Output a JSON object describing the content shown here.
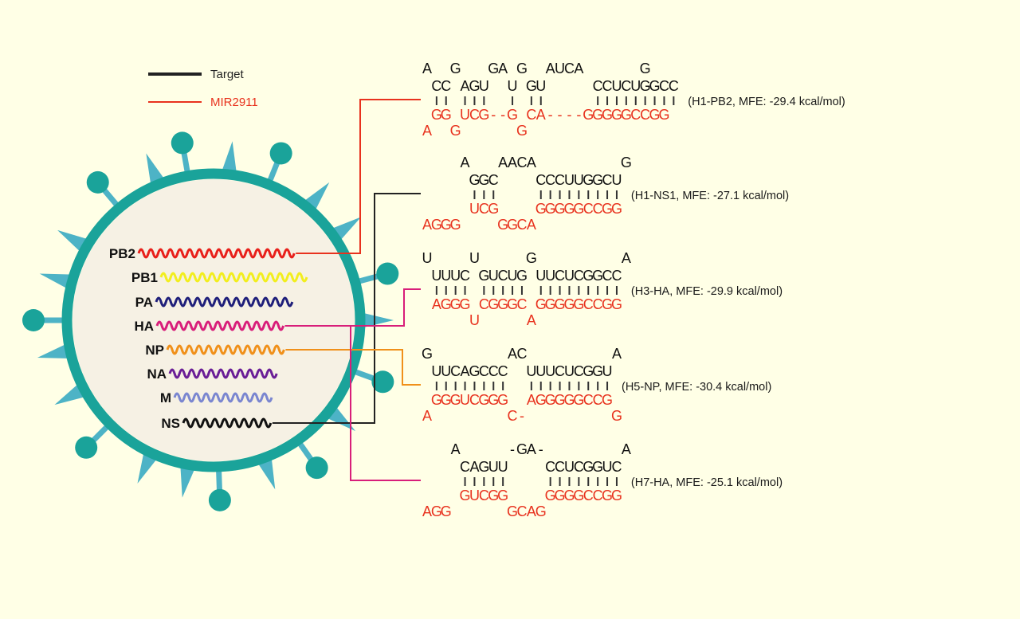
{
  "legend": [
    {
      "label": "Target",
      "color": "#222222"
    },
    {
      "label": "MIR2911",
      "color": "#E8321E"
    }
  ],
  "colors": {
    "background": "#FFFFE6",
    "envelope": "#1AA39A",
    "spike": "#4DB3C6",
    "knob": "#1AA39A",
    "interior": "#F6F1E4",
    "target_text": "#111111",
    "mirna_text": "#E8321E"
  },
  "segments": [
    {
      "label": "PB2",
      "color": "#E8201A",
      "waves": 16
    },
    {
      "label": "PB1",
      "color": "#F2EE1E",
      "waves": 15
    },
    {
      "label": "PA",
      "color": "#1F1F7A",
      "waves": 14
    },
    {
      "label": "HA",
      "color": "#D81E7A",
      "waves": 13
    },
    {
      "label": "NP",
      "color": "#F0901A",
      "waves": 12
    },
    {
      "label": "NA",
      "color": "#6A1E96",
      "waves": 11
    },
    {
      "label": "M",
      "color": "#7A86D0",
      "waves": 10
    },
    {
      "label": "NS",
      "color": "#111111",
      "waves": 9
    }
  ],
  "duplexes": [
    {
      "id": "H1-PB2",
      "label": "(H1-PB2, MFE: -29.4 kcal/mol)",
      "segment": "PB2",
      "connector_color": "#E8321E",
      "target_loop": "A  G   GA G  AUCA      G",
      "target_paired": " CC AGU  U GU     CCUCUGGCC",
      "pairs": " || |||  | ||     |||||||||",
      "mirna_paired": " GG UCG--G CA----GGGGGCCGG",
      "mirna_loop": "A  G      G"
    },
    {
      "id": "H1-NS1",
      "label": "(H1-NS1, MFE: -27.1 kcal/mol)",
      "segment": "NS",
      "connector_color": "#222222",
      "target_loop": "    A   AACA         G",
      "target_paired": "     GGC    CCCUUGGCU",
      "pairs": "     |||    |||||||||",
      "mirna_paired": "     UCG    GGGGGCCGG",
      "mirna_loop": "AGGG    GGCA"
    },
    {
      "id": "H3-HA",
      "label": "(H3-HA, MFE: -29.9 kcal/mol)",
      "segment": "HA",
      "connector_color": "#D81E7A",
      "target_loop": "U    U     G         A",
      "target_paired": " UUUC GUCUG UUCUCGGCC",
      "pairs": " |||| ||||| |||||||||",
      "mirna_paired": " AGGG CGGGC GGGGGCCGG",
      "mirna_loop": "     U     A"
    },
    {
      "id": "H5-NP",
      "label": "(H5-NP, MFE: -30.4 kcal/mol)",
      "segment": "NP",
      "connector_color": "#F0901A",
      "target_loop": "G        AC         A",
      "target_paired": " UUCAGCCC  UUUCUCGGU",
      "pairs": " ||||||||  |||||||||",
      "mirna_paired": " GGGUCGGG  AGGGGGCCG",
      "mirna_loop": "A        C-         G"
    },
    {
      "id": "H7-HA",
      "label": "(H7-HA, MFE: -25.1 kcal/mol)",
      "segment": "HA",
      "connector_color": "#D81E7A",
      "target_loop": "   A     -GA-        A",
      "target_paired": "    CAGUU    CCUCGGUC",
      "pairs": "    |||||    ||||||||",
      "mirna_paired": "    GUCGG    GGGGCCGG",
      "mirna_loop": "AGG      GCAG"
    }
  ]
}
